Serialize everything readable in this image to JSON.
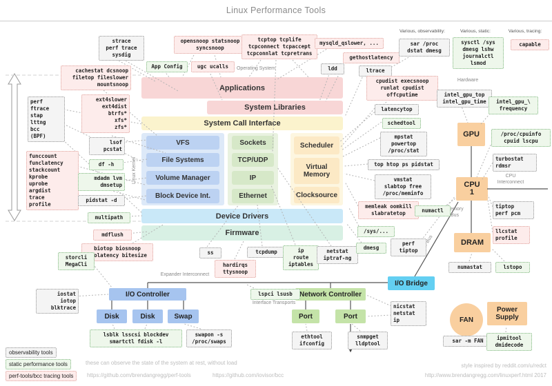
{
  "title": "Linux Performance Tools",
  "labels": {
    "operating_system": "Operating System",
    "linux_kernel": "Linux Kernel",
    "hardware": "Hardware",
    "various_observability": "Various, observability:",
    "various_static": "Various, static:",
    "various_tracing": "Various, tracing:",
    "cpu_interconnect": "CPU\nInterconnect",
    "memory_bus": "Memory\nBus",
    "io_bus": "I/O Bus",
    "expander_interconnect": "Expander Interconnect",
    "interface_transports": "Interface Transports"
  },
  "os": {
    "applications": "Applications",
    "system_libraries": "System Libraries",
    "system_call_interface": "System Call Interface",
    "device_drivers": "Device Drivers",
    "firmware": "Firmware",
    "storage_stack": [
      "VFS",
      "File Systems",
      "Volume Manager",
      "Block Device Int."
    ],
    "network_stack": [
      "Sockets",
      "TCP/UDP",
      "IP",
      "Ethernet"
    ],
    "cpu_mem_stack": [
      "Scheduler",
      "Virtual\nMemory",
      "Clocksource"
    ]
  },
  "hardware": {
    "gpu": "GPU",
    "cpu": "CPU\n1",
    "dram": "DRAM",
    "io_bridge": "I/O Bridge",
    "io_controller": "I/O Controller",
    "disk1": "Disk",
    "disk2": "Disk",
    "swap": "Swap",
    "network_controller": "Network Controller",
    "port1": "Port",
    "port2": "Port",
    "fan": "FAN",
    "power_supply": "Power\nSupply"
  },
  "tools": {
    "strace": "strace\nperf trace\nsysdig",
    "opensnoop": "opensnoop statsnoop\nsyncsnoop",
    "app_config": "App Config",
    "ugc": "ugc ucalls",
    "tcptop": "tcptop tcplife\ntcpconnect tcpaccept\ntcpconnlat tcpretrans",
    "mysqld": "mysqld_qslower, ...",
    "gethostlatency": "gethostlatency",
    "ldd": "ldd",
    "ltrace": "ltrace",
    "sar_proc": "sar /proc\ndstat dmesg",
    "sysctl": "sysctl /sys\ndmesg lshw\njournalctl\nlsmod",
    "capable": "capable",
    "cachestat": "cachestat dcsnoop\nfiletop fileslower\nmountsnoop",
    "perf_ftrace": "perf\nftrace\nstap\nlttng\nbcc\n(BPF)",
    "ext4slower": "ext4slower\next4dist\nbtrfs*\nxfs*\nzfs*",
    "funccount": "funccount\nfunclatency\nstackcount\nkprobe\nuprobe\nargdist\ntrace\nprofile",
    "lsof": "lsof\npcstat",
    "df": "df -h",
    "mdadm": "mdadm lvm\ndmsetup",
    "pidstat_d": "pidstat -d",
    "multipath": "multipath",
    "mdflush": "mdflush",
    "biotop": "biotop biosnoop\nbiolatency bitesize",
    "storcli": "storcli\nMegaCli",
    "iostat": "iostat\niotop\nblktrace",
    "ss": "ss",
    "hardirqs": "hardirqs\nttysnoop",
    "tcpdump": "tcpdump",
    "ip_route": "ip\nroute\niptables",
    "netstat_ip": "netstat\niptraf-ng",
    "dmesg": "dmesg",
    "sys_path": "/sys/...",
    "perf_tiptop": "perf\ntiptop",
    "cpudist": "cpudist execsnoop\nrunlat cpudist\noffcputime",
    "latencytop": "latencytop",
    "schedtool": "schedtool",
    "mpstat": "mpstat\npowertop\n/proc/stat",
    "top_htop": "top htop ps pidstat",
    "vmstat": "vmstat\nslabtop free\n/proc/meminfo",
    "memleak": "memleak oomkill\nslabratetop",
    "numactl": "numactl",
    "intel_gpu": "intel_gpu_top\nintel_gpu_time",
    "intel_gpu_freq": "intel_gpu_\\\nfrequency",
    "proc_cpuinfo": "/proc/cpuinfo\ncpuid lscpu",
    "turbostat": "turbostat\nrdmsr",
    "tiptop_pcm": "tiptop\nperf pcm",
    "llcstat": "llcstat\nprofile",
    "numastat": "numastat",
    "lstopo": "lstopo",
    "lsblk": "lsblk lsscsi blockdev\nsmartctl  fdisk -l",
    "swapon": "swapon -s\n/proc/swaps",
    "lspci": "lspci lsusb",
    "ethtool": "ethtool\nifconfig",
    "snmpget": "snmpget\nlldptool",
    "nicstat": "nicstat\nnetstat\nip",
    "sar_fan": "sar -m FAN",
    "ipmitool": "ipmitool\ndmidecode"
  },
  "legend": {
    "observability": "observability tools",
    "static": "static performance tools",
    "tracing": "perf-tools/bcc tracing tools"
  },
  "footer": {
    "note": "these can observe the state of the system at rest, without load",
    "perf_tools_url": "https://github.com/brendangregg/perf-tools",
    "bcc_url": "https://github.com/iovisor/bcc",
    "style_credit": "style inspired by reddit.com/u/redct",
    "site_url": "http://www.brendangregg.com/linuxperf.html 2017"
  },
  "colors": {
    "app_layer": "#f8d6d6",
    "syscall_layer": "#fbf3cd",
    "storage_box": "#bcd2f2",
    "network_box": "#d6e8c8",
    "cpu_box": "#fce9c5",
    "device_drivers": "#c9e8f8",
    "firmware": "#d8f0e4",
    "hw_blue": "#a6c4ef",
    "hw_green": "#c4e3a8",
    "hw_orange": "#f9cf9f",
    "io_bridge": "#63cff2"
  }
}
